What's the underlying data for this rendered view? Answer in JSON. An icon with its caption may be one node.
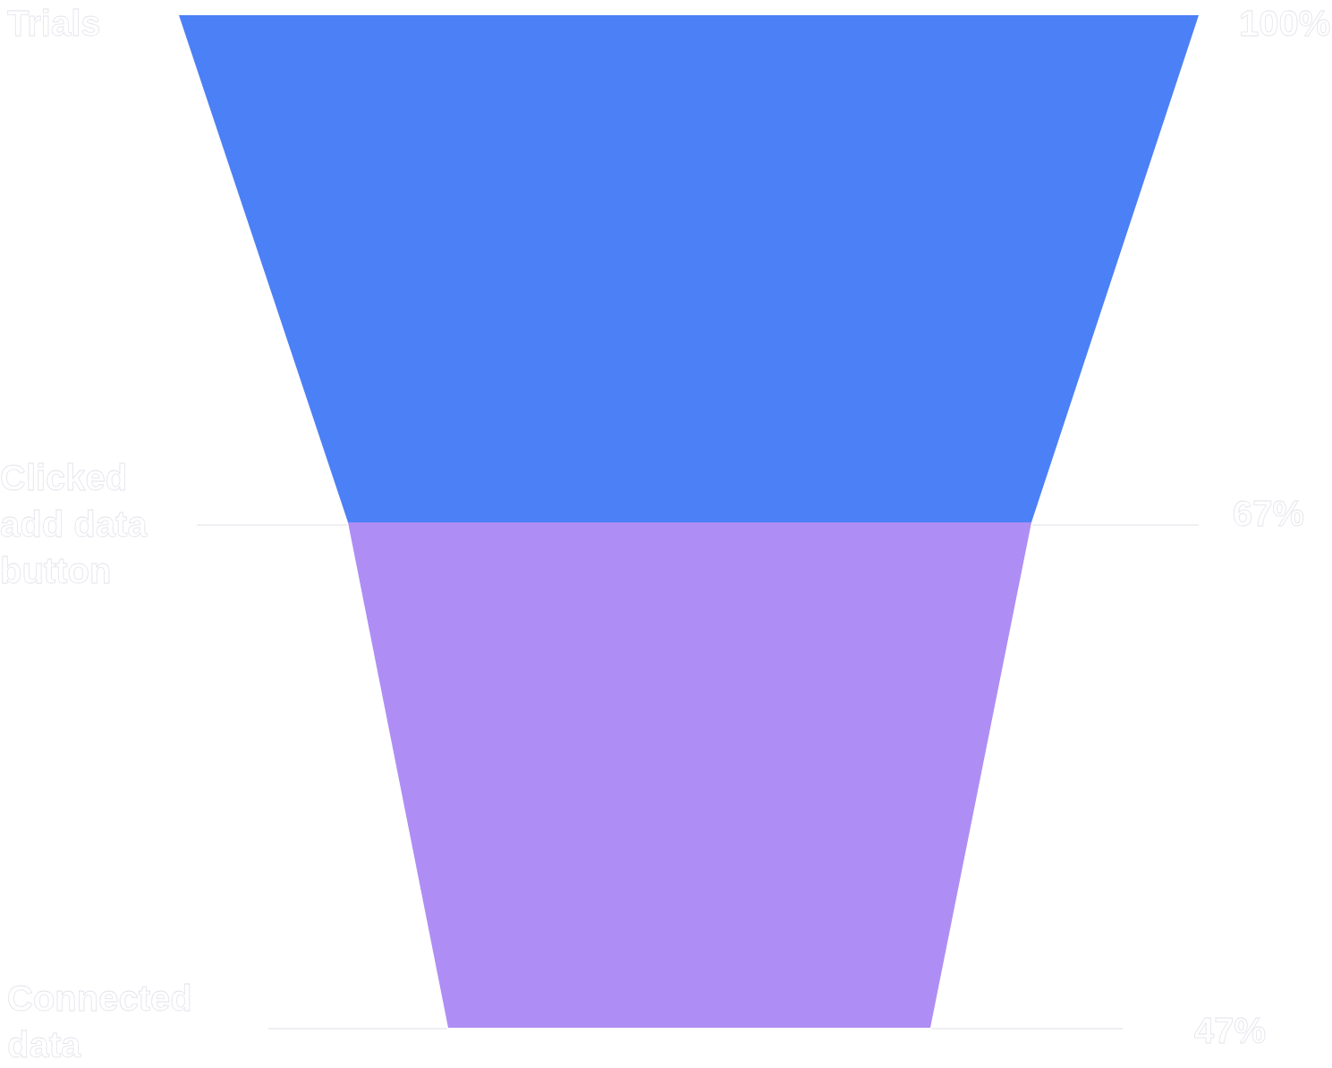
{
  "diagram": {
    "nodes": [
      {
        "text": [],
        "shape": "trapezoid"
      },
      {
        "text": [],
        "shape": "trapezoid"
      }
    ],
    "labels": [
      "Trials",
      "100%",
      "Clicked add data button",
      "67%",
      "Connected data",
      "47%"
    ]
  }
}
